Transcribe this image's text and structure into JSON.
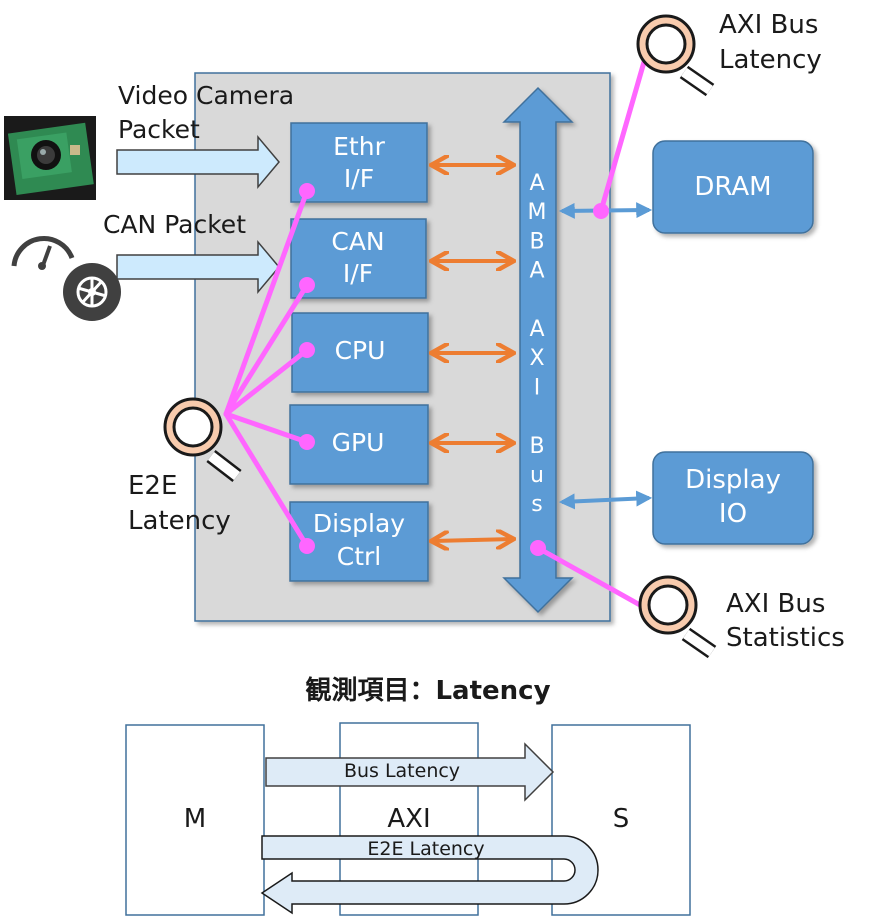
{
  "inputs": {
    "video_label_line1": "Video Camera",
    "video_label_line2": "Packet",
    "can_label": "CAN Packet"
  },
  "soc": {
    "blocks": {
      "ethr_line1": "Ethr",
      "ethr_line2": "I/F",
      "can_line1": "CAN",
      "can_line2": "I/F",
      "cpu": "CPU",
      "gpu": "GPU",
      "display_line1": "Display",
      "display_line2": "Ctrl"
    },
    "bus_chars": [
      "A",
      "M",
      "B",
      "A",
      "",
      "A",
      "X",
      "I",
      "",
      "B",
      "u",
      "s"
    ]
  },
  "external": {
    "dram": "DRAM",
    "display_io_line1": "Display",
    "display_io_line2": "IO"
  },
  "probes": {
    "axi_latency_line1": "AXI Bus",
    "axi_latency_line2": "Latency",
    "axi_stats_line1": "AXI Bus",
    "axi_stats_line2": "Statistics",
    "e2e_line1": "E2E",
    "e2e_line2": "Latency"
  },
  "legend": {
    "title": "観測項目：Latency",
    "m": "M",
    "axi": "AXI",
    "s": "S",
    "bus_latency": "Bus Latency",
    "e2e_latency": "E2E Latency"
  },
  "colors": {
    "block_blue": "#5b9bd5",
    "probe_pink": "#ff66ff",
    "arrow_orange": "#ed7d31",
    "input_arrow_fill": "#cdeafd",
    "soc_gray": "#d9d9d9"
  }
}
